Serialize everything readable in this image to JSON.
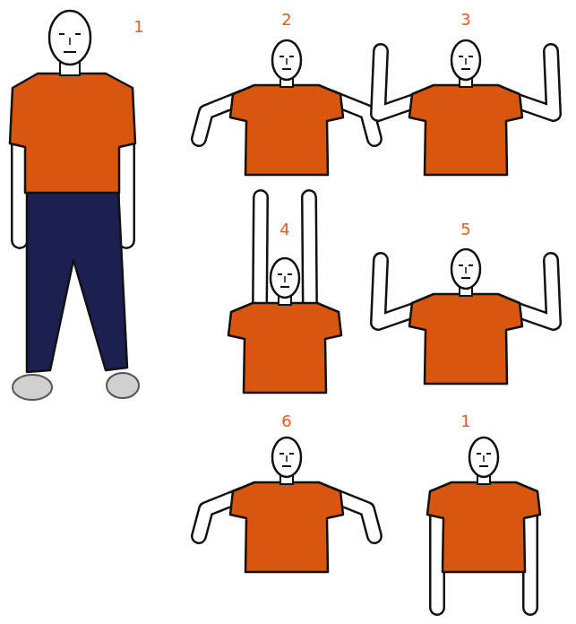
{
  "diagram": {
    "labels": [
      "1",
      "2",
      "3",
      "4",
      "5",
      "6",
      "1"
    ]
  }
}
